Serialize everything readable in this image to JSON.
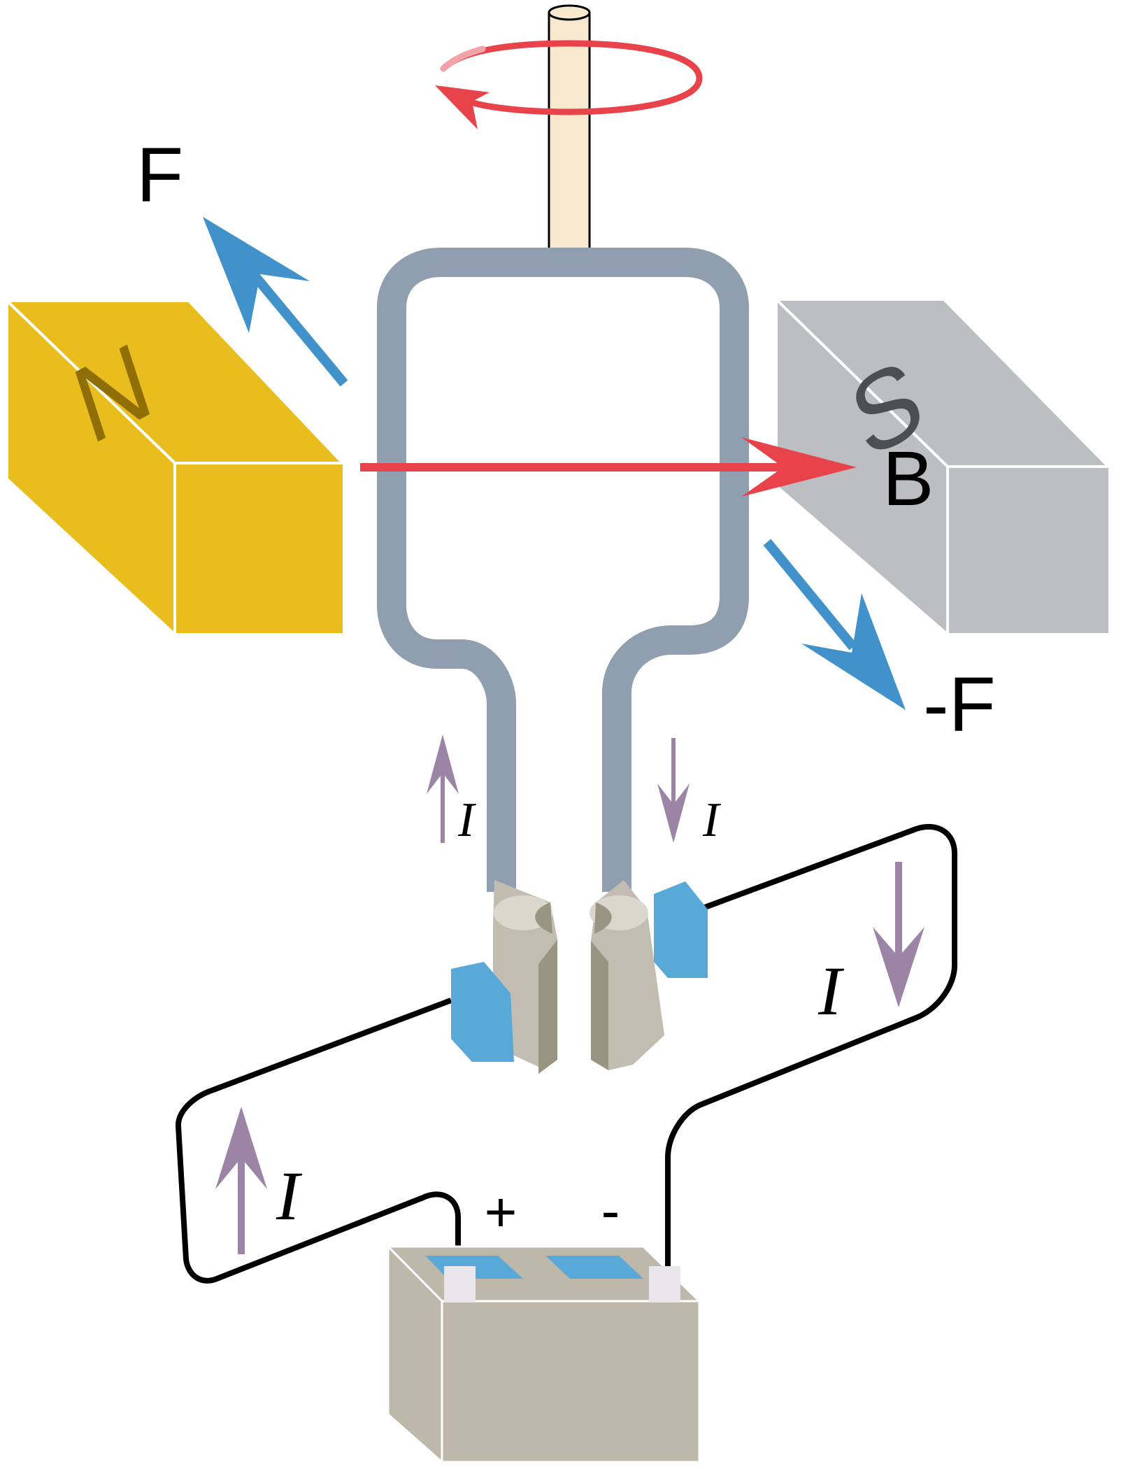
{
  "labels": {
    "force": "F",
    "neg_force": "-F",
    "field": "B",
    "current": "I",
    "plus": "+",
    "minus": "-",
    "north": "N",
    "south": "S"
  },
  "colors": {
    "north_magnet": "#EABD1F",
    "south_magnet": "#BDBEC1",
    "loop": "#8F9FB0",
    "shaft": "#F8E8CE",
    "field_arrow": "#E8434B",
    "rotation_arrow": "#E8434B",
    "force_arrow": "#4192CB",
    "current_arrow": "#9B84A6",
    "brush": "#58A8D8",
    "commutator": "#C3BDB1",
    "battery": "#BDB8A9",
    "wire": "#000000"
  },
  "icons": {
    "rotation": "counterclockwise-rotation-arrow",
    "magnet_north": "north-pole-magnet",
    "magnet_south": "south-pole-magnet",
    "battery": "battery-icon"
  }
}
